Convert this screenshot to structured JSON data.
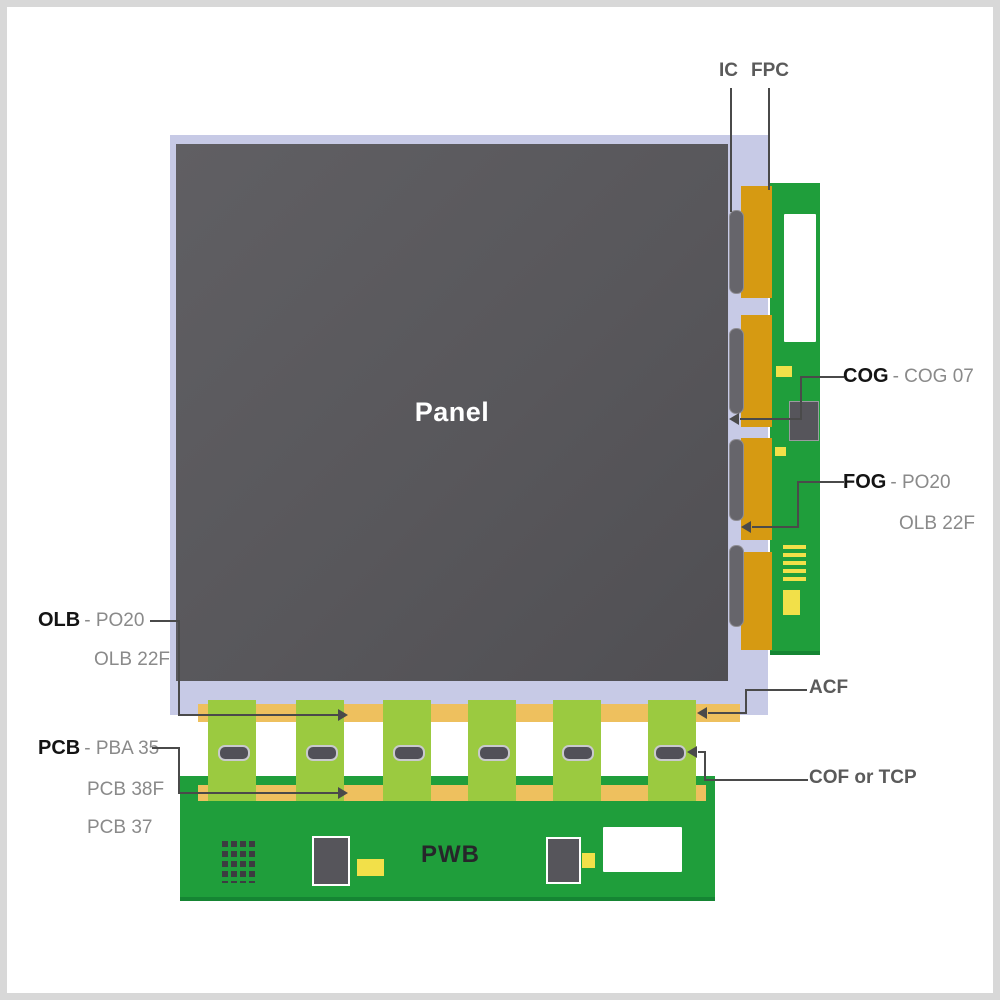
{
  "panel": {
    "label": "Panel"
  },
  "pwb": {
    "label": "PWB"
  },
  "annotations": {
    "ic": {
      "label": "IC"
    },
    "fpc": {
      "label": "FPC"
    },
    "cog": {
      "term": "COG",
      "detail": "- COG 07"
    },
    "fog": {
      "term": "FOG",
      "detail": "- PO20",
      "detail2": "OLB 22F"
    },
    "acf": {
      "label": "ACF"
    },
    "olb": {
      "term": "OLB",
      "detail": "- PO20",
      "detail2": "OLB 22F"
    },
    "pcb": {
      "term": "PCB",
      "detail": "- PBA 35",
      "detail2": "PCB 38F",
      "detail3": "PCB 37"
    },
    "cof": {
      "label": "COF or TCP"
    }
  },
  "colors": {
    "board_green": "#1f9e3b",
    "tab_green": "#9bca40",
    "tape_gold": "#d69a12",
    "acf_gold": "#eec05e",
    "panel_dark": "#58575b",
    "glass_lavender": "#c7cae6",
    "component_yellow": "#f2e049",
    "leader_line": "#4a4a4a"
  }
}
